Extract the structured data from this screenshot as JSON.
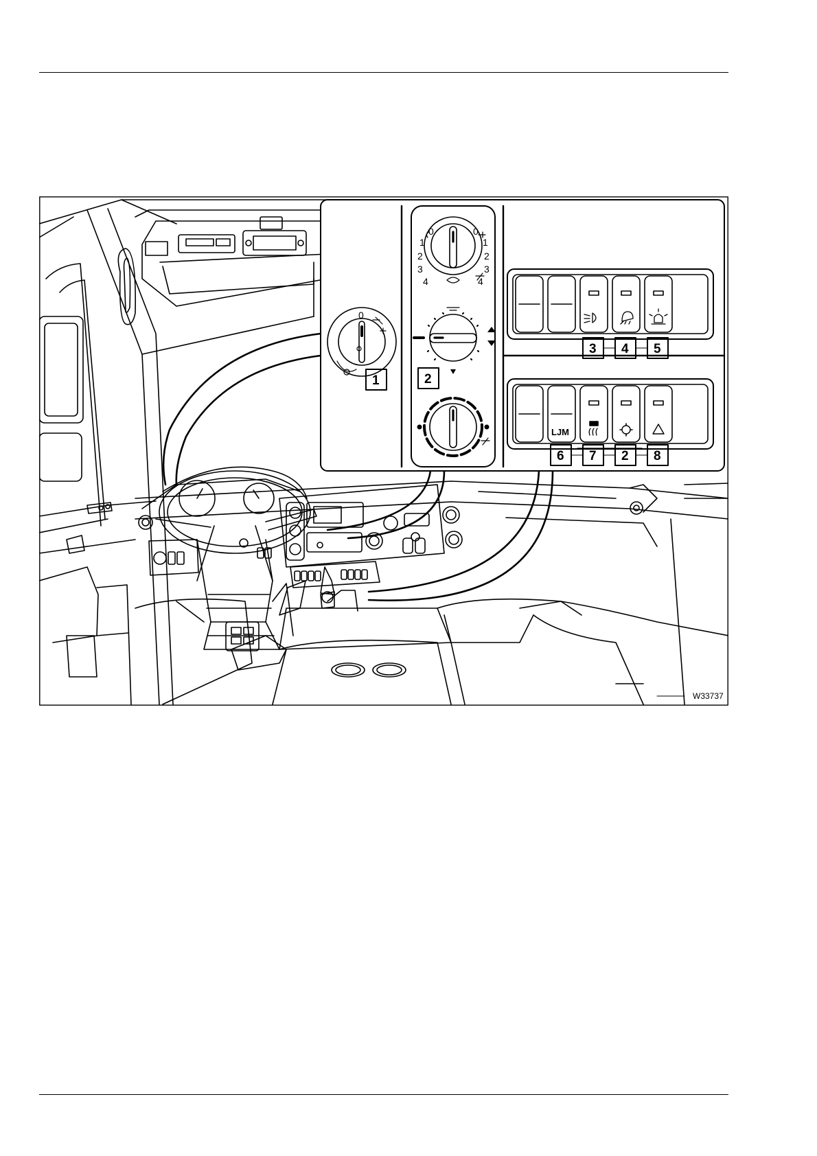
{
  "figure_id": "W33737",
  "dial_scale": {
    "left": [
      "0",
      "1",
      "2",
      "3",
      "4"
    ],
    "right": [
      "0",
      "1",
      "2",
      "3",
      "4"
    ],
    "light_switch_zero": "0"
  },
  "callouts": [
    {
      "id": "light-switch",
      "label": "1"
    },
    {
      "id": "heater-control",
      "label": "2"
    },
    {
      "id": "switch-work-light",
      "label": "3"
    },
    {
      "id": "switch-rear-light",
      "label": "4"
    },
    {
      "id": "switch-beacon",
      "label": "5"
    },
    {
      "id": "switch-ljm",
      "label": "6"
    },
    {
      "id": "switch-heater",
      "label": "7"
    },
    {
      "id": "switch-diff",
      "label": "2"
    },
    {
      "id": "switch-hazard",
      "label": "8"
    }
  ],
  "switch_symbols": {
    "ljm": "LJM"
  },
  "colors": {
    "ink": "#000000",
    "paper": "#ffffff"
  }
}
